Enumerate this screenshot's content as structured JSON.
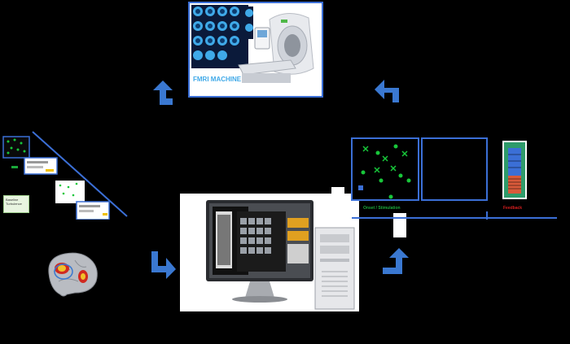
{
  "fmri": {
    "label": "FMRI MACHINE"
  },
  "computer": {},
  "brain": {},
  "task_panel": {
    "legend_items": [
      "Baseline",
      "Turbulence"
    ]
  },
  "timeline": {
    "stimulus_label": "Onset / Stimulation",
    "feedback_label": "Feedback"
  },
  "colors": {
    "arrow": "#3a78d1",
    "panel_border": "#3b6fd6",
    "dot_green": "#18c63a",
    "stimulus_text": "#1aa83a",
    "feedback_text": "#d81e1e",
    "background": "#000000"
  },
  "icons": [
    "arrow-down-left-icon",
    "arrow-up-left-icon",
    "arrow-right-icon",
    "arrow-up-right-icon"
  ]
}
